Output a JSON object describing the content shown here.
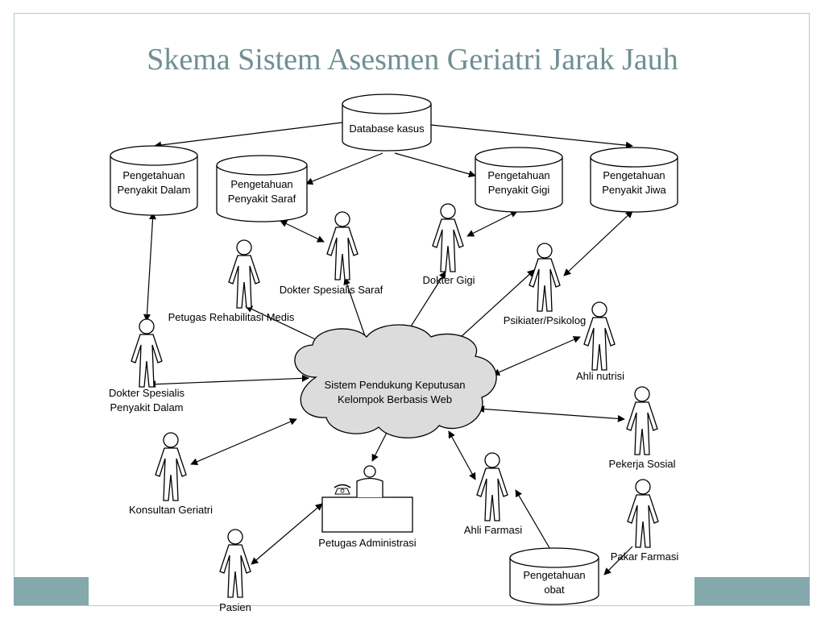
{
  "title": "Skema Sistem Asesmen Geriatri Jarak Jauh",
  "nodes": {
    "db_kasus": "Database kasus",
    "kb_dalam": [
      "Pengetahuan",
      "Penyakit Dalam"
    ],
    "kb_saraf": [
      "Pengetahuan",
      "Penyakit Saraf"
    ],
    "kb_gigi": [
      "Pengetahuan",
      "Penyakit Gigi"
    ],
    "kb_jiwa": [
      "Pengetahuan",
      "Penyakit Jiwa"
    ],
    "kb_obat": [
      "Pengetahuan",
      "obat"
    ],
    "system": [
      "Sistem Pendukung Keputusan",
      "Kelompok Berbasis Web"
    ],
    "dr_saraf": "Dokter Spesialis Saraf",
    "dr_gigi": "Dokter Gigi",
    "petugas_rehab": "Petugas  Rehabilitasi Medis",
    "psikiater": "Psikiater/Psikolog",
    "ahli_nutrisi": "Ahli nutrisi",
    "dr_dalam": [
      "Dokter Spesialis",
      "Penyakit Dalam"
    ],
    "konsultan": "Konsultan Geriatri",
    "pekerja_sosial": "Pekerja  Sosial",
    "petugas_admin": "Petugas Administrasi",
    "ahli_farmasi": "Ahli Farmasi",
    "pakar_farmasi": "Pakar Farmasi",
    "pasien": "Pasien"
  }
}
